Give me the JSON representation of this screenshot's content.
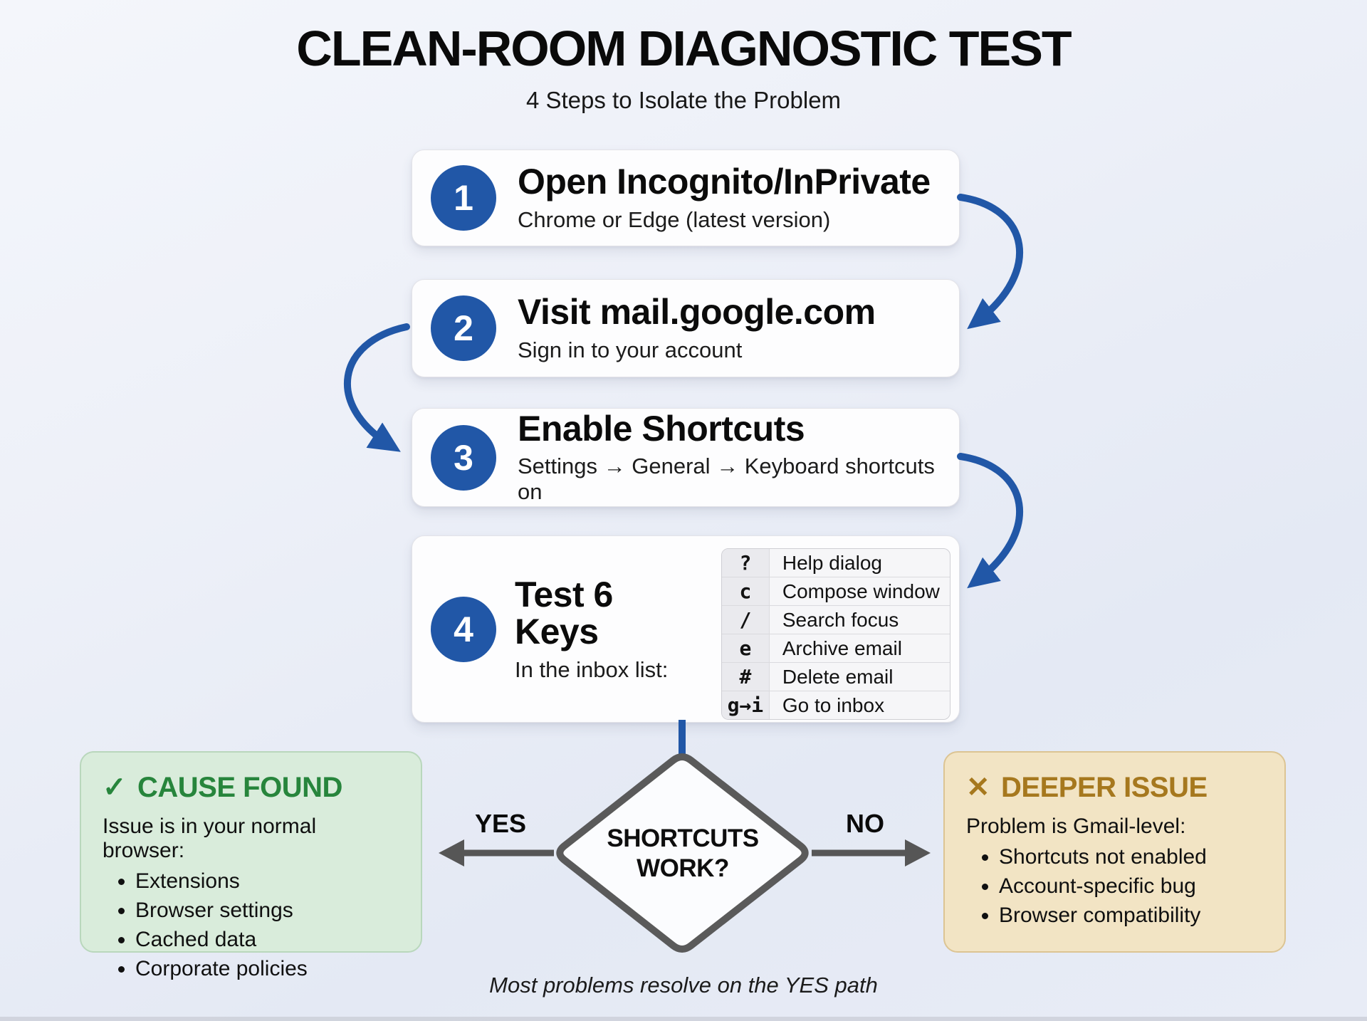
{
  "title": "CLEAN-ROOM DIAGNOSTIC TEST",
  "subtitle": "4 Steps to Isolate the Problem",
  "steps": [
    {
      "number": "1",
      "title": "Open Incognito/InPrivate",
      "subtitle": "Chrome or Edge (latest version)"
    },
    {
      "number": "2",
      "title": "Visit mail.google.com",
      "subtitle": "Sign in to your account"
    },
    {
      "number": "3",
      "title": "Enable Shortcuts",
      "subtitle": "Settings → General → Keyboard shortcuts on"
    },
    {
      "number": "4",
      "title": "Test 6 Keys",
      "subtitle": "In the inbox list:"
    }
  ],
  "shortcut_table": {
    "rows": [
      {
        "key": "?",
        "action": "Help dialog"
      },
      {
        "key": "c",
        "action": "Compose window"
      },
      {
        "key": "/",
        "action": "Search focus"
      },
      {
        "key": "e",
        "action": "Archive email"
      },
      {
        "key": "#",
        "action": "Delete email"
      },
      {
        "key": "g→i",
        "action": "Go to inbox"
      }
    ]
  },
  "decision": {
    "line1": "SHORTCUTS",
    "line2": "WORK?",
    "yes_label": "YES",
    "no_label": "NO"
  },
  "outcomes": {
    "yes": {
      "icon": "✓",
      "title": "CAUSE FOUND",
      "lead": "Issue is in your normal browser:",
      "bullets": [
        "Extensions",
        "Browser settings",
        "Cached data",
        "Corporate policies"
      ]
    },
    "no": {
      "icon": "✕",
      "title": "DEEPER ISSUE",
      "lead": "Problem is Gmail-level:",
      "bullets": [
        "Shortcuts not enabled",
        "Account-specific bug",
        "Browser compatibility"
      ]
    }
  },
  "footnote": "Most problems resolve on the YES path",
  "colors": {
    "accent_blue": "#2157a7",
    "connector_gray": "#565656",
    "diamond_border": "#5a5a5a",
    "green_title": "#27853c",
    "green_bg": "#d9ecdb",
    "green_border": "#b9d7bc",
    "gold_title": "#a6781e",
    "tan_bg": "#f2e4c4",
    "tan_border": "#dcc493",
    "key_cell_bg": "#eaeaee",
    "table_bg": "#f6f6f8"
  }
}
